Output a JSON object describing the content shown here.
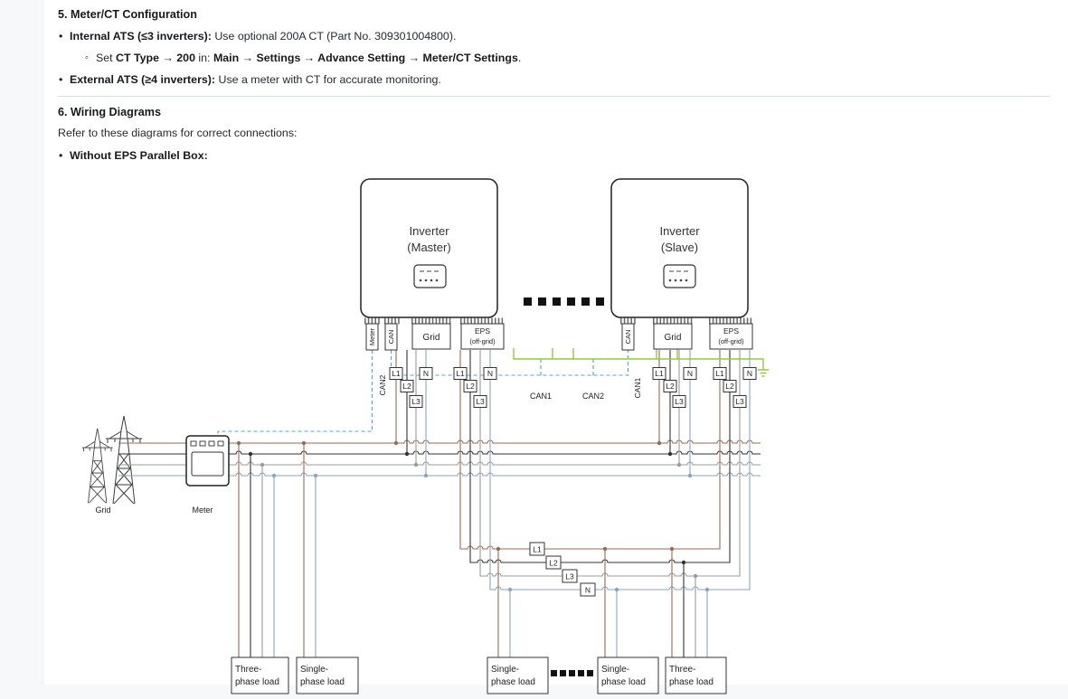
{
  "doc": {
    "section5": {
      "heading": "5. Meter/CT Configuration",
      "internal_bold": "Internal ATS (≤3 inverters):",
      "internal_rest": " Use optional 200A CT (Part No. 309301004800).",
      "sub_pre": "Set ",
      "sub_bold1": "CT Type → 200",
      "sub_mid": " in: ",
      "sub_bold2": "Main → Settings → Advance Setting → Meter/CT Settings",
      "sub_end": ".",
      "external_bold": "External ATS (≥4 inverters):",
      "external_rest": " Use a meter with CT for accurate monitoring."
    },
    "section6": {
      "heading": "6. Wiring Diagrams",
      "intro": "Refer to these diagrams for correct connections:",
      "bullet_bold": "Without EPS Parallel Box:"
    }
  },
  "diagram": {
    "master_line1": "Inverter",
    "master_line2": "(Master)",
    "slave_line1": "Inverter",
    "slave_line2": "(Slave)",
    "port_meter": "Meter",
    "port_can": "CAN",
    "port_grid": "Grid",
    "eps_line1": "EPS",
    "eps_line2": "(off-grid)",
    "l1": "L1",
    "l2": "L2",
    "l3": "L3",
    "n": "N",
    "pe": "PE",
    "can1": "CAN1",
    "can2": "CAN2",
    "grid_caption": "Grid",
    "meter_caption": "Meter",
    "load_three_l1": "Three-",
    "load_single_l1": "Single-",
    "load_l2": "phase load",
    "colors": {
      "l1_wire": "#9a6a50",
      "l2_wire": "#333333",
      "l3_wire": "#9b9b9b",
      "n_wire": "#8aa5c2",
      "pe_wire": "#96c93e",
      "comm_wire": "#4aa3e8"
    }
  }
}
